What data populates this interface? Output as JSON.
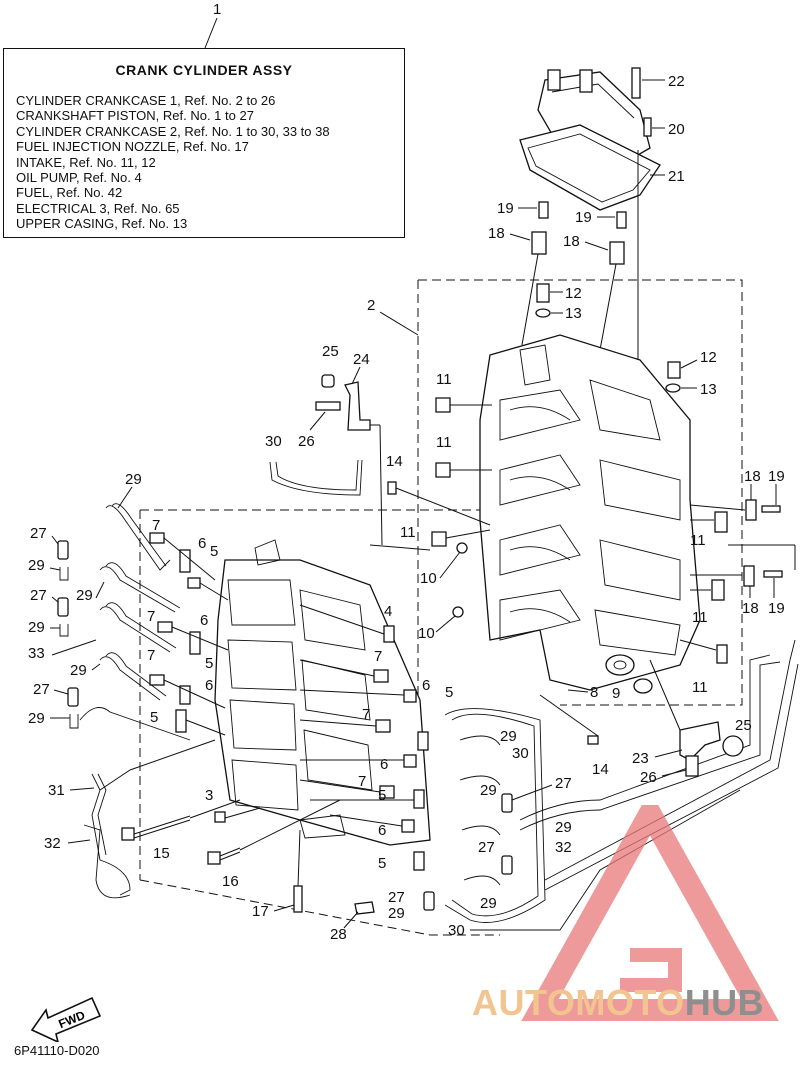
{
  "callout_main": "1",
  "assy": {
    "title": "CRANK CYLINDER ASSY",
    "items": [
      "CYLINDER CRANKCASE 1, Ref. No. 2 to 26",
      "CRANKSHAFT PISTON, Ref. No. 1 to 27",
      "CYLINDER CRANKCASE 2, Ref. No. 1 to 30, 33 to 38",
      "FUEL INJECTION NOZZLE, Ref. No. 17",
      "INTAKE, Ref. No. 11, 12",
      "OIL PUMP, Ref. No. 4",
      "FUEL, Ref. No. 42",
      "ELECTRICAL 3, Ref. No. 65",
      "UPPER CASING, Ref. No. 13"
    ]
  },
  "callouts": {
    "c2": "2",
    "c3": "3",
    "c4": "4",
    "c5a": "5",
    "c5b": "5",
    "c5c": "5",
    "c5d": "5",
    "c5e": "5",
    "c6a": "6",
    "c6b": "6",
    "c6c": "6",
    "c6d": "6",
    "c6e": "6",
    "c6f": "6",
    "c7a": "7",
    "c7b": "7",
    "c7c": "7",
    "c7d": "7",
    "c7e": "7",
    "c7f": "7",
    "c8": "8",
    "c9": "9",
    "c10a": "10",
    "c10b": "10",
    "c11a": "11",
    "c11b": "11",
    "c11c": "11",
    "c11d": "11",
    "c11e": "11",
    "c11f": "11",
    "c12a": "12",
    "c12b": "12",
    "c13a": "13",
    "c13b": "13",
    "c14a": "14",
    "c14b": "14",
    "c15": "15",
    "c16": "16",
    "c17": "17",
    "c18a": "18",
    "c18b": "18",
    "c18c": "18",
    "c18d": "18",
    "c19a": "19",
    "c19b": "19",
    "c19c": "19",
    "c19d": "19",
    "c20": "20",
    "c21": "21",
    "c22": "22",
    "c23": "23",
    "c24": "24",
    "c25a": "25",
    "c25b": "25",
    "c26a": "26",
    "c26b": "26",
    "c27a": "27",
    "c27b": "27",
    "c27c": "27",
    "c27d": "27",
    "c27e": "27",
    "c27f": "27",
    "c28": "28",
    "c29a": "29",
    "c29b": "29",
    "c29c": "29",
    "c29d": "29",
    "c29e": "29",
    "c29f": "29",
    "c29g": "29",
    "c29h": "29",
    "c29i": "29",
    "c29j": "29",
    "c29k": "29",
    "c30a": "30",
    "c30b": "30",
    "c30c": "30",
    "c31": "31",
    "c32a": "32",
    "c32b": "32",
    "c33": "33"
  },
  "fwd_label": "FWD",
  "diagram_code": "6P41110-D020",
  "watermark": {
    "auto": "AUTO",
    "moto": "MOTO",
    "hub": "HUB",
    "color_main": "#f2c48f",
    "color_hub": "#8e8e8e",
    "color_logo": "#e87878"
  }
}
